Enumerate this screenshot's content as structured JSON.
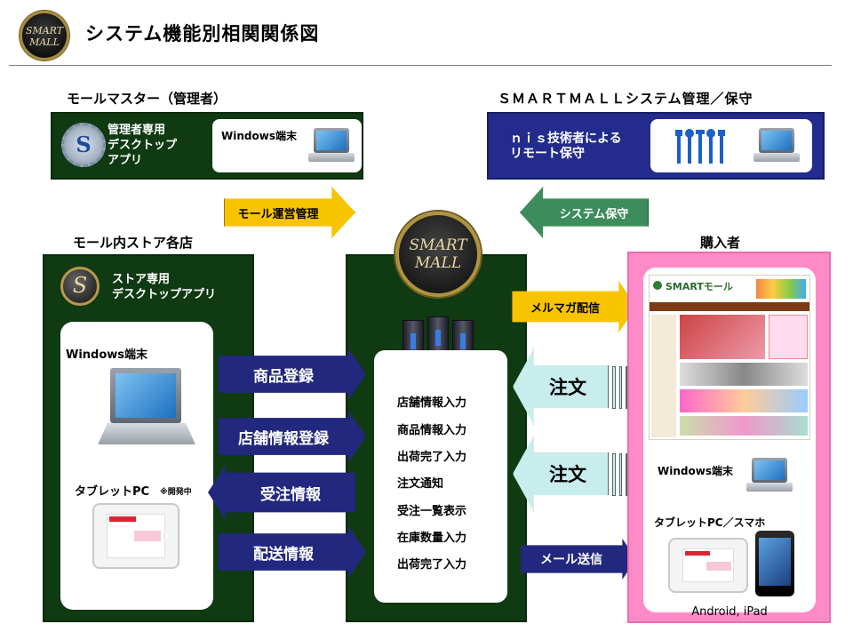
{
  "header": {
    "logo_line1": "SMART",
    "logo_line2": "MALL",
    "title": "システム機能別相関関係図"
  },
  "top_left": {
    "label": "モールマスター（管理者）",
    "app_text": "管理者専用\nデスクトップ\nアプリ",
    "gear_letter": "S",
    "device_label": "Windows端末"
  },
  "top_right": {
    "label": "ＳＭＡＲＴＭＡＬＬシステム管理／保守",
    "text": "ｎｉｓ技術者による\nリモート保守"
  },
  "arrows": {
    "mall_ops": "モール運営管理",
    "sys_maint": "システム保守",
    "mail_mag": "メルマガ配信",
    "order1": "注文",
    "order2": "注文",
    "mail_send": "メール送信",
    "product_reg": "商品登録",
    "store_reg": "店舗情報登録",
    "order_info": "受注情報",
    "ship_info": "配送情報"
  },
  "left_col": {
    "label": "モール内ストア各店",
    "app_letter": "S",
    "app_text": "ストア専用\nデスクトップアプリ",
    "windows_label": "Windows端末",
    "tablet_label": "タブレットPC",
    "dev_note": "※開発中"
  },
  "center": {
    "logo_line1": "SMART",
    "logo_line2": "MALL",
    "items": [
      "店舗情報入力",
      "商品情報入力",
      "出荷完了入力",
      "注文通知",
      "受注一覧表示",
      "在庫数量入力",
      "出荷完了入力"
    ]
  },
  "right_col": {
    "label": "購入者",
    "site_name": "SMARTモール",
    "windows_label": "Windows端末",
    "tablet_label": "タブレットPC／スマホ",
    "os_label": "Android, iPad"
  },
  "colors": {
    "dark_green": "#0f3a12",
    "navy": "#232c8c",
    "pink": "#ff8ac8",
    "yellow": "#f8c400",
    "teal": "#3c8c5c",
    "cyan": "#c9ecec"
  }
}
